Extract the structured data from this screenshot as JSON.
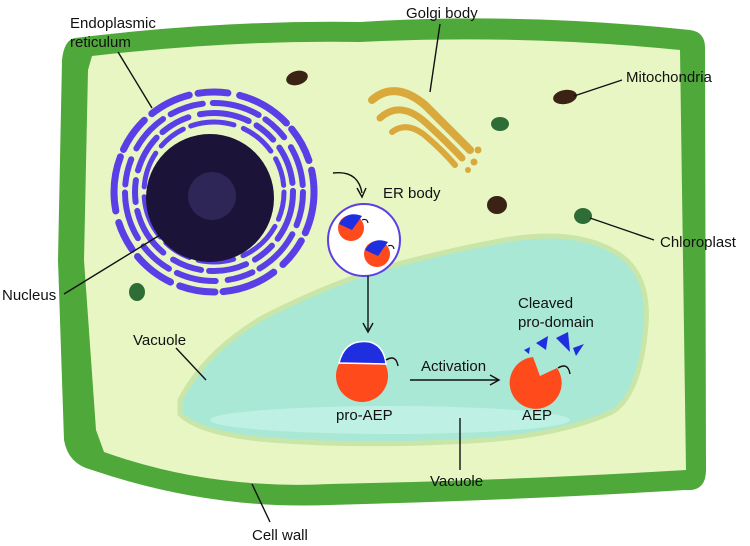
{
  "labels": {
    "er": [
      "Endoplasmic",
      "reticulum"
    ],
    "golgi": "Golgi body",
    "mitochondria": "Mitochondria",
    "er_body": "ER body",
    "chloroplast": "Chloroplast",
    "nucleus": "Nucleus",
    "vacuole_left": "Vacuole",
    "cleaved": [
      "Cleaved",
      "pro-domain"
    ],
    "activation": "Activation",
    "pro_aep": "pro-AEP",
    "aep": "AEP",
    "vacuole_bottom": "Vacuole",
    "cell_wall": "Cell wall"
  },
  "colors": {
    "cell_wall": "#4fa83a",
    "cytoplasm": "#e8f6c4",
    "er": "#5a3fe6",
    "nucleus": "#1b1438",
    "golgi": "#d9a93c",
    "mitochondria": "#3a2214",
    "chloroplast": "#2f6d36",
    "vacuole": "#a9e8d5",
    "aep": "#ff4a1c",
    "prodomain": "#1f2fe0"
  }
}
